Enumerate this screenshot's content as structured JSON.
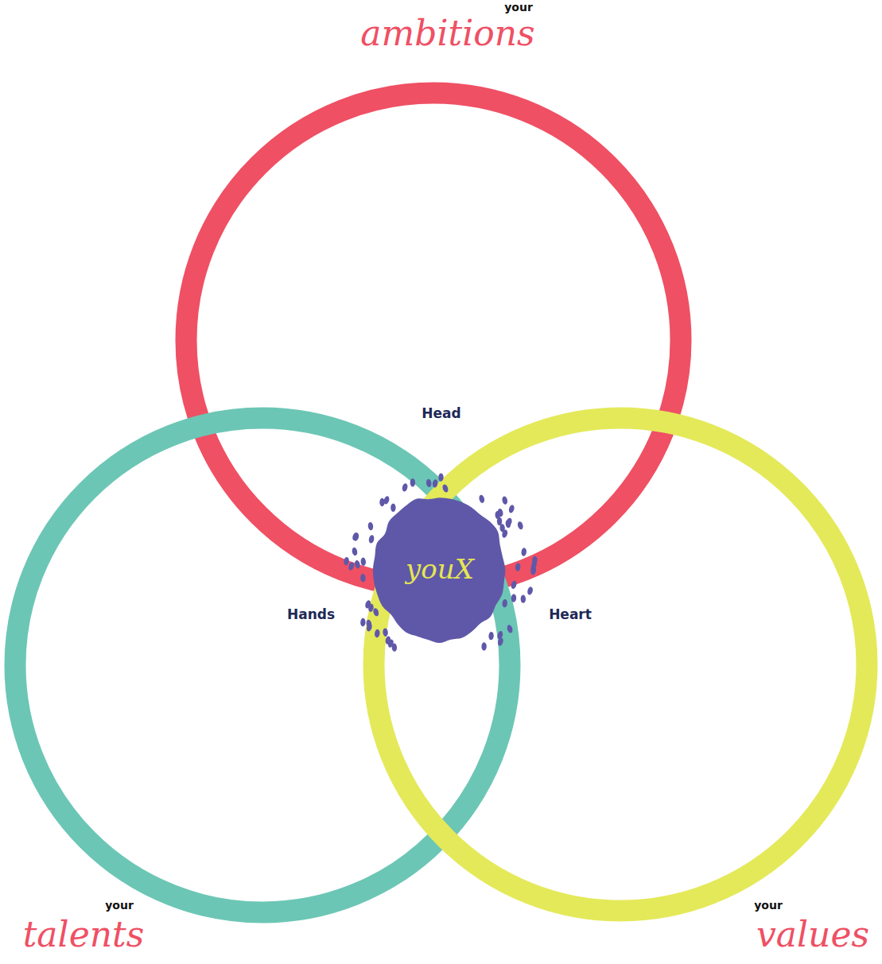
{
  "diagram": {
    "nodes": [
      {
        "text": [
          "your",
          "ambitions"
        ]
      },
      {
        "text": [
          "your",
          "talents"
        ]
      },
      {
        "text": [
          "your",
          "values"
        ]
      },
      {
        "text": [
          "youX"
        ]
      }
    ],
    "labels": [
      "Head",
      "Hands",
      "Heart"
    ]
  }
}
